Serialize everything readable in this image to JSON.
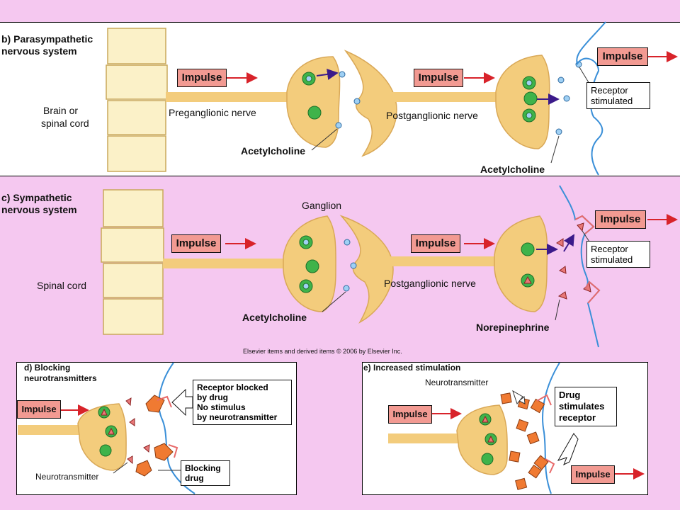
{
  "panel_b": {
    "title_line1": "b) Parasympathetic",
    "title_line2": "nervous system",
    "cord_label_1": "Brain or",
    "cord_label_2": "spinal cord",
    "impulse_1": "Impulse",
    "impulse_2": "Impulse",
    "impulse_3": "Impulse",
    "pre_nerve": "Preganglionic nerve",
    "post_nerve": "Postganglionic nerve",
    "nt_1": "Acetylcholine",
    "nt_2": "Acetylcholine",
    "receptor_1": "Receptor",
    "receptor_2": "stimulated"
  },
  "panel_c": {
    "title_line1": "c) Sympathetic",
    "title_line2": "nervous system",
    "ganglion": "Ganglion",
    "cord_label": "Spinal cord",
    "impulse_1": "Impulse",
    "impulse_2": "Impulse",
    "impulse_3": "Impulse",
    "post_nerve": "Postganglionic nerve",
    "nt_1": "Acetylcholine",
    "nt_2": "Norepinephrine",
    "receptor_1": "Receptor",
    "receptor_2": "stimulated"
  },
  "copyright": "Elsevier items and derived items © 2006 by Elsevier Inc.",
  "panel_d": {
    "title_line1": "d) Blocking",
    "title_line2": "neurotransmitters",
    "impulse": "Impulse",
    "blocked_1": "Receptor blocked",
    "blocked_2": "by drug",
    "blocked_3": "No stimulus",
    "blocked_4": "by neurotransmitter",
    "blocking_1": "Blocking",
    "blocking_2": "drug",
    "nt": "Neurotransmitter"
  },
  "panel_e": {
    "title": "e) Increased stimulation",
    "nt": "Neurotransmitter",
    "impulse_1": "Impulse",
    "impulse_2": "Impulse",
    "drug_1": "Drug",
    "drug_2": "stimulates",
    "drug_3": "receptor"
  },
  "colors": {
    "background": "#f5c8f0",
    "nerve": "#f3cc7c",
    "impulse_box": "#f29a92",
    "membrane": "#3a8fd8",
    "vesicle": "#3fb34a",
    "drug": "#f07a32",
    "norepinephrine": "#e87878"
  }
}
